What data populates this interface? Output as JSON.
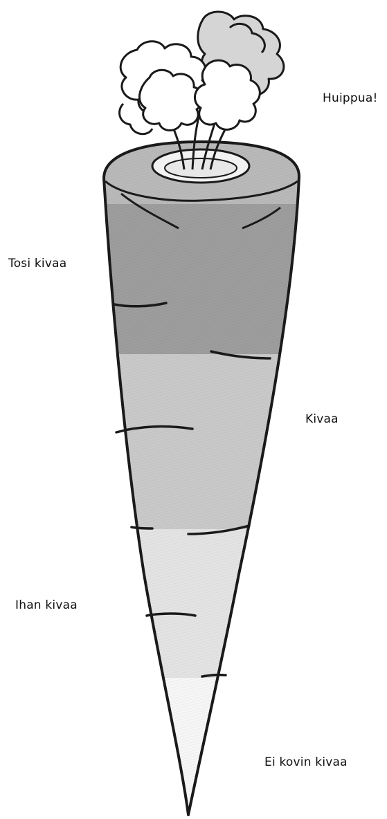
{
  "scale": {
    "levels": [
      {
        "label": "Huippua!",
        "shade": "#b9b9b9"
      },
      {
        "label": "Tosi kivaa",
        "shade": "#9d9d9d"
      },
      {
        "label": "Kivaa",
        "shade": "#c9c9c9"
      },
      {
        "label": "Ihan kivaa",
        "shade": "#e3e3e3"
      },
      {
        "label": "Ei kovin kivaa",
        "shade": "#f6f6f6"
      }
    ]
  },
  "colors": {
    "outline": "#1a1a1a",
    "leaves_fill": "#ffffff",
    "leaves_shade": "#d5d5d5",
    "background": "#ffffff"
  }
}
